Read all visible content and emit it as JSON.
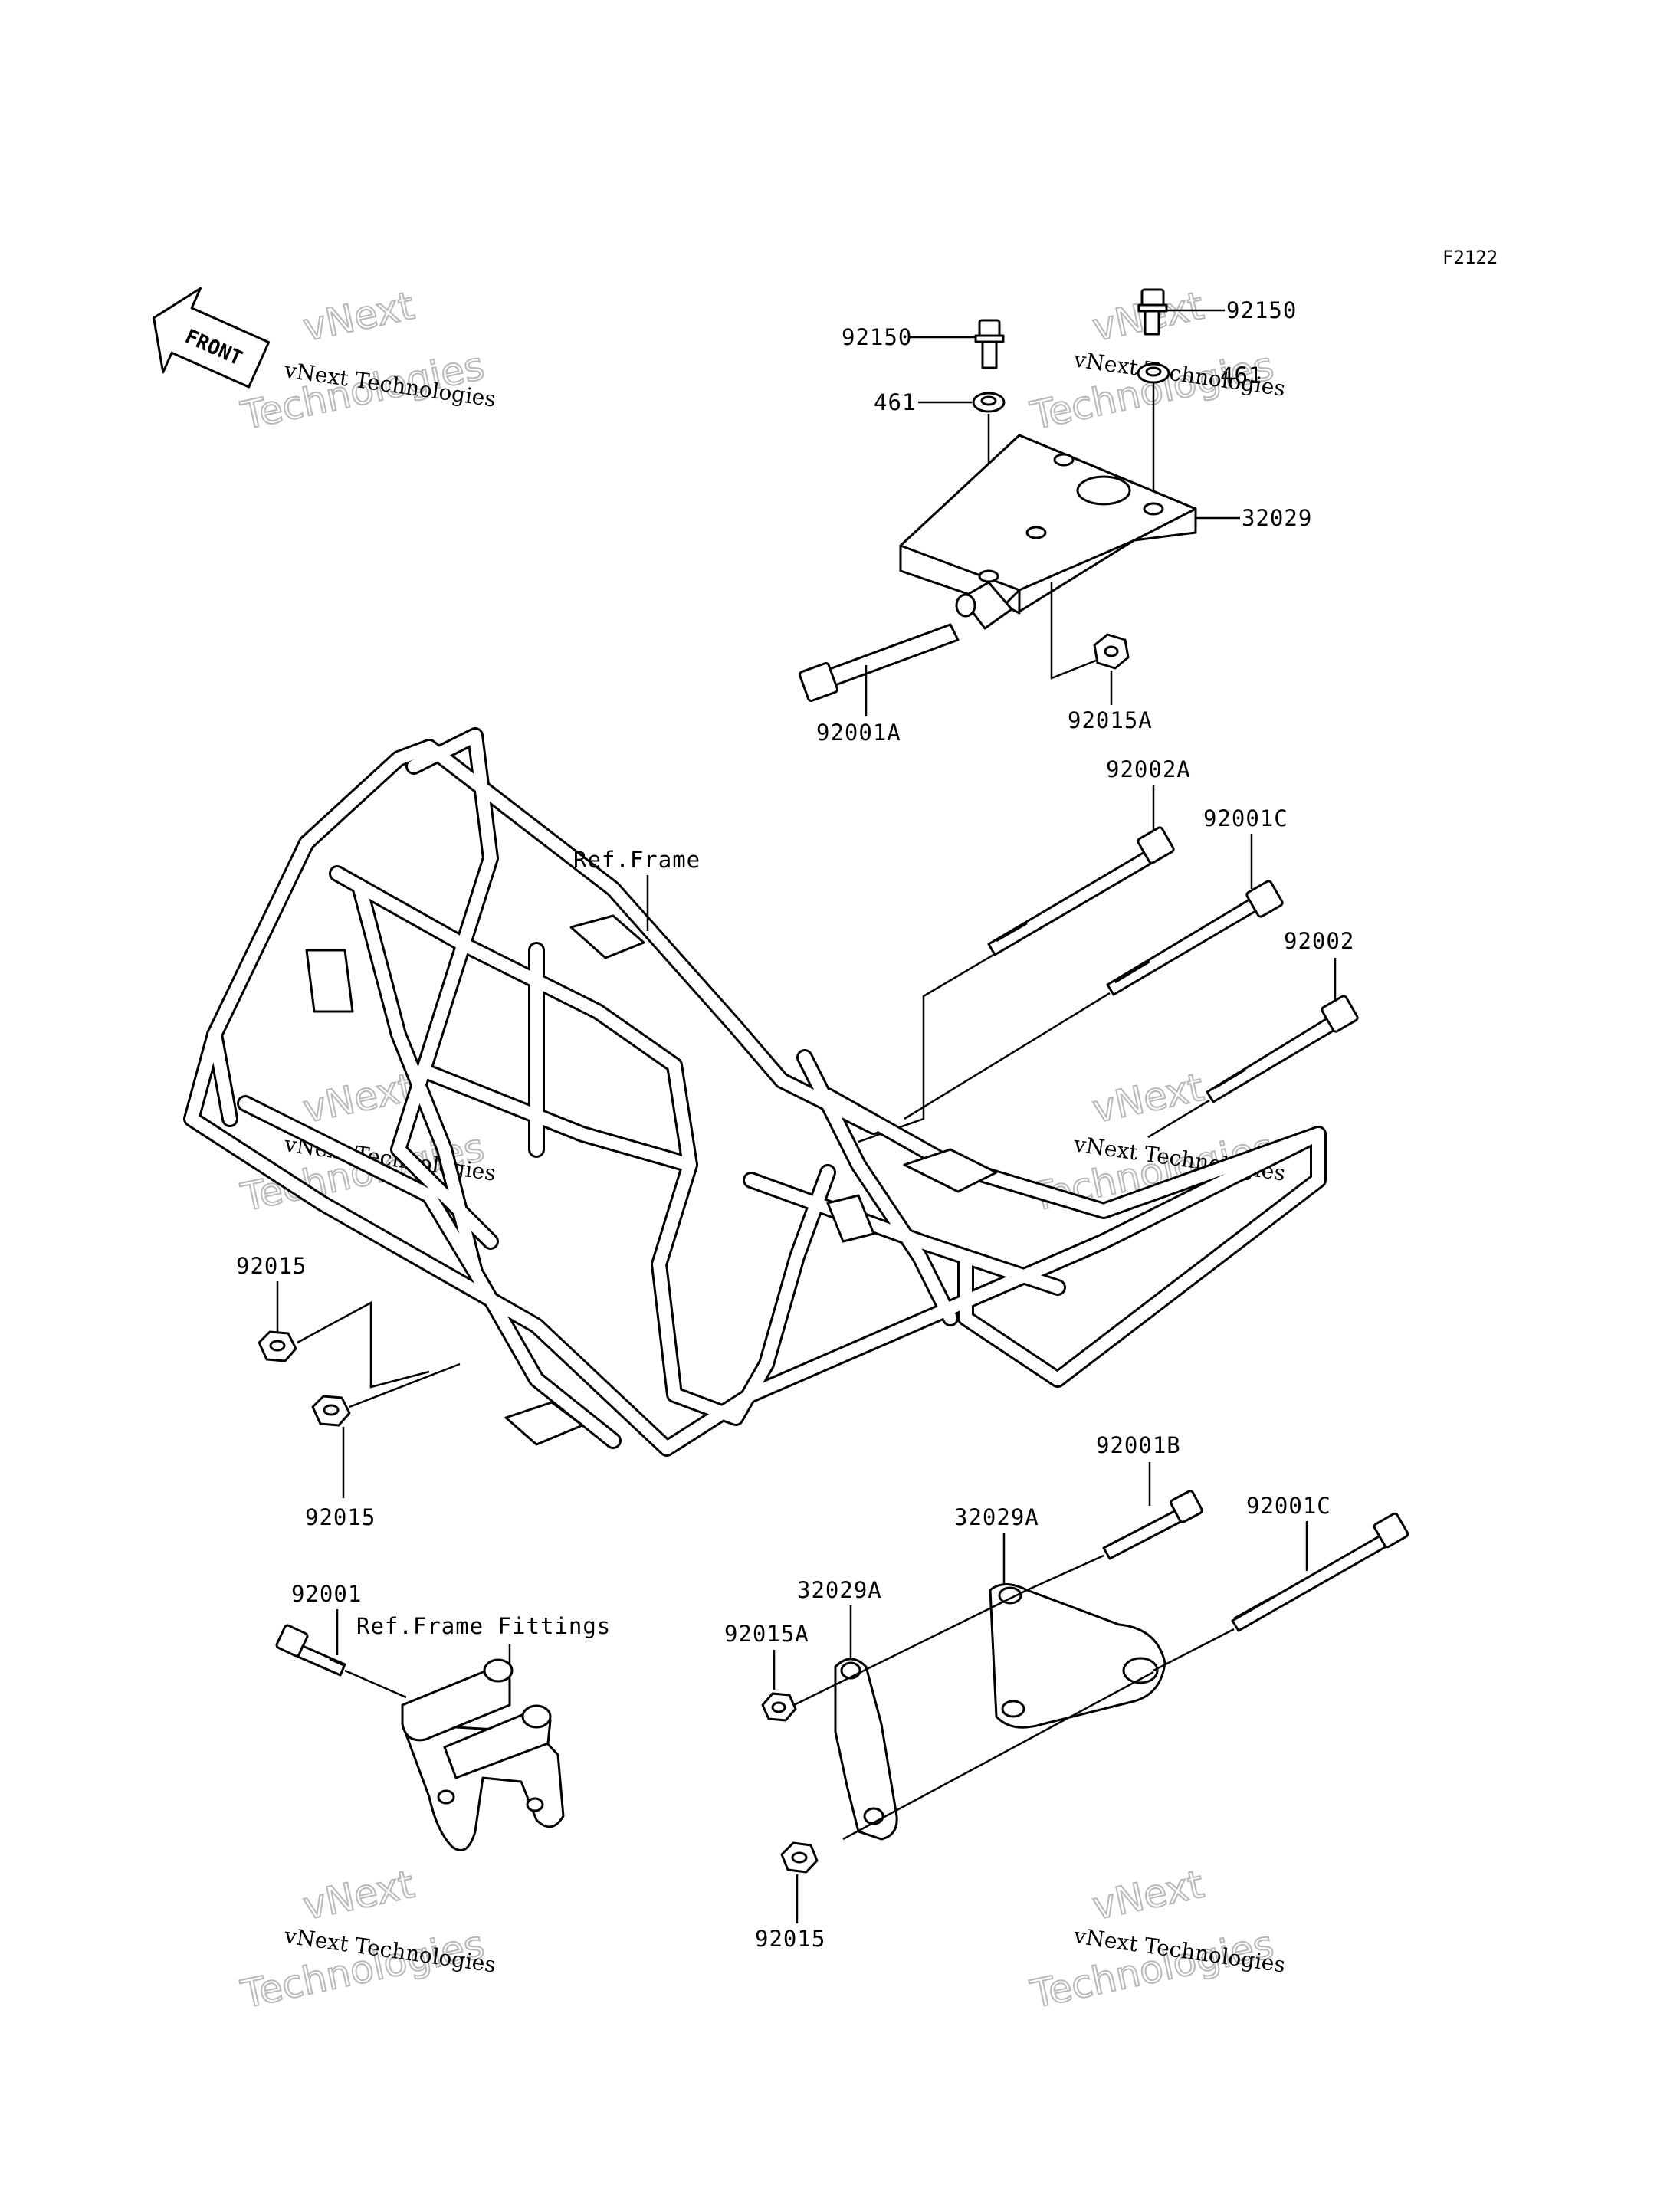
{
  "figure_id": "F2122",
  "front_label": "FRONT",
  "watermark": {
    "line1": "vNext Technologies",
    "line2": "Technologies",
    "line3": "vNext"
  },
  "labels": {
    "bolt_92150_left": "92150",
    "bolt_92150_right": "92150",
    "washer_461_left": "461",
    "washer_461_right": "461",
    "bracket_32029": "32029",
    "bolt_92001A": "92001A",
    "nut_92015A_top": "92015A",
    "bolt_92002A": "92002A",
    "bolt_92001C_mid": "92001C",
    "bolt_92002": "92002",
    "ref_frame": "Ref.Frame",
    "nut_92015_upper": "92015",
    "nut_92015_lower": "92015",
    "bolt_92001B": "92001B",
    "bracket_32029A_right": "32029A",
    "bolt_92001C_bottom": "92001C",
    "bolt_92001": "92001",
    "ref_frame_fittings": "Ref.Frame Fittings",
    "bracket_32029A_left": "32029A",
    "nut_92015A_bottom": "92015A",
    "nut_92015_bottom": "92015"
  }
}
